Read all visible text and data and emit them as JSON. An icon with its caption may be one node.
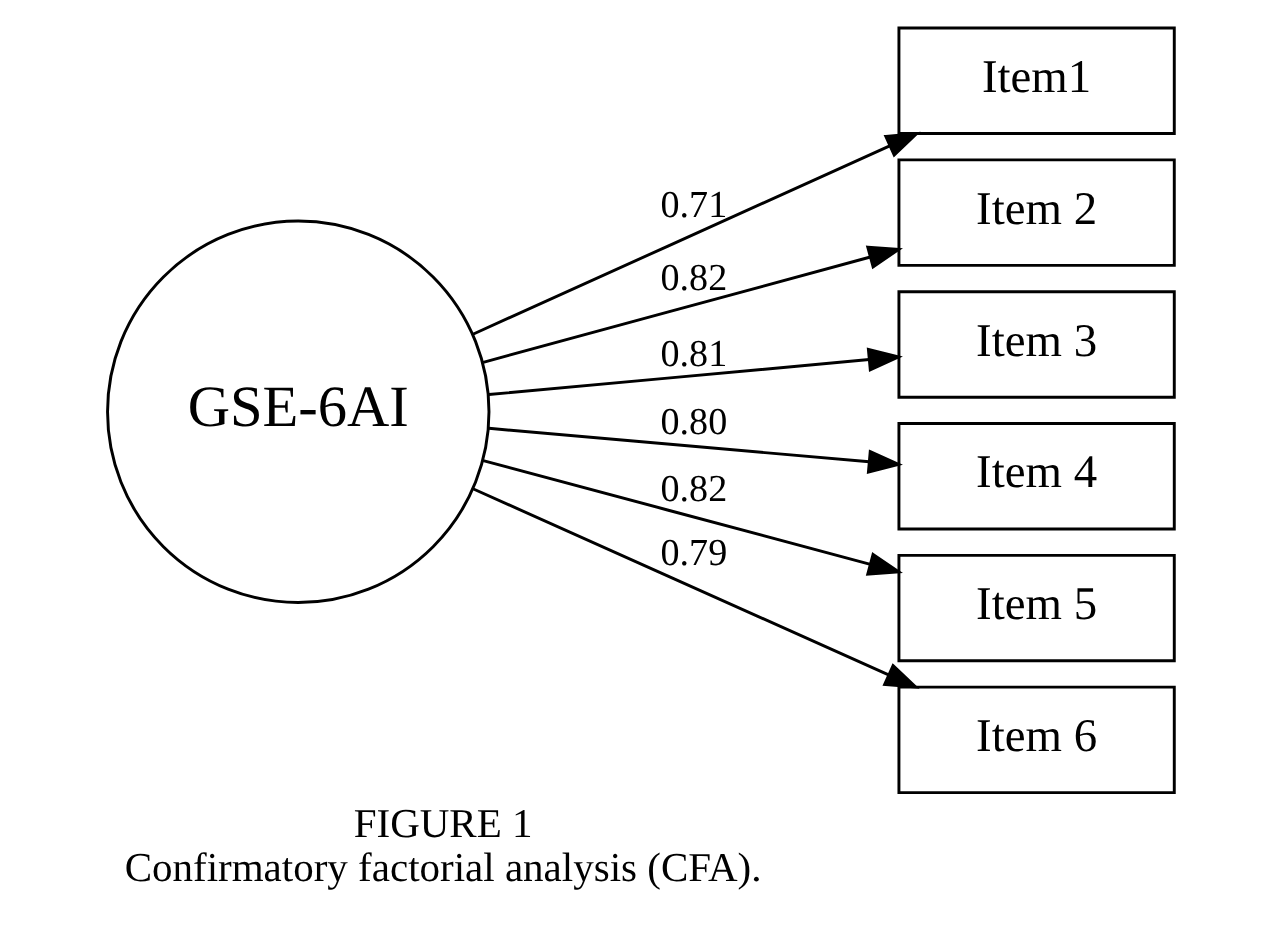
{
  "diagram": {
    "title": "FIGURE 1",
    "caption": "Confirmatory factorial analysis (CFA).",
    "nodes": [
      {
        "text": [
          "GSE-6AI"
        ]
      },
      {
        "text": [
          "Item1"
        ]
      },
      {
        "text": [
          "Item 2"
        ]
      },
      {
        "text": [
          "Item 3"
        ]
      },
      {
        "text": [
          "Item 4"
        ]
      },
      {
        "text": [
          "Item 5"
        ]
      },
      {
        "text": [
          "Item 6"
        ]
      }
    ],
    "edges": [
      {
        "from": 0,
        "to": 1,
        "arrow": "to",
        "label": "0.71"
      },
      {
        "from": 0,
        "to": 2,
        "arrow": "to",
        "label": "0.82"
      },
      {
        "from": 0,
        "to": 3,
        "arrow": "to",
        "label": "0.81"
      },
      {
        "from": 0,
        "to": 4,
        "arrow": "to",
        "label": "0.80"
      },
      {
        "from": 0,
        "to": 5,
        "arrow": "to",
        "label": "0.82"
      },
      {
        "from": 0,
        "to": 6,
        "arrow": "to",
        "label": "0.79"
      }
    ]
  }
}
